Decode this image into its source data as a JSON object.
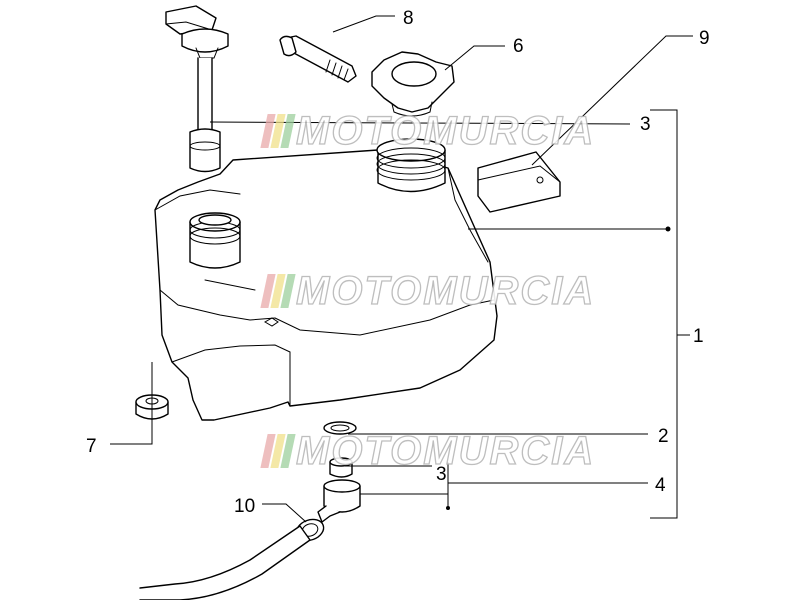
{
  "callouts": {
    "c1": "1",
    "c2": "2",
    "c3a": "3",
    "c3b": "3",
    "c4": "4",
    "c6": "6",
    "c7": "7",
    "c8": "8",
    "c9": "9",
    "c10": "10"
  },
  "watermark": {
    "text": "MOTOMURCIA",
    "bar_colors": [
      "#e8a9a9",
      "#f0e08a",
      "#9ccf9c"
    ]
  }
}
